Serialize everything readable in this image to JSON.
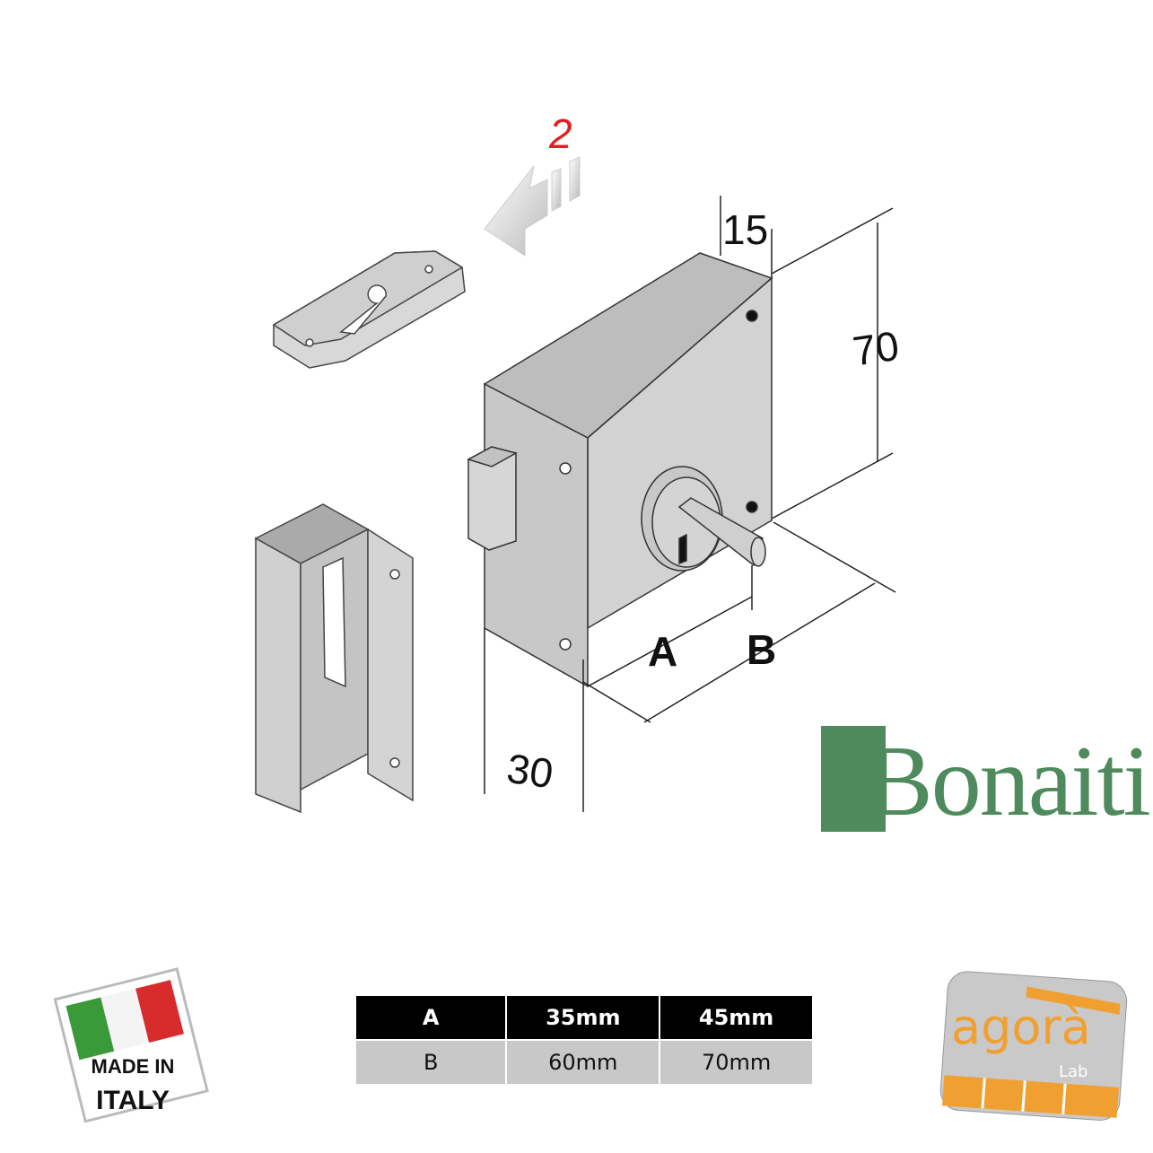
{
  "diagram": {
    "callout_number": "2",
    "dimensions": {
      "depth": "15",
      "height": "70",
      "width": "30",
      "a": "A",
      "b": "B"
    }
  },
  "brand": {
    "name": "Bonaiti",
    "color": "#4e8a5c"
  },
  "table": {
    "rows": [
      [
        "A",
        "35mm",
        "45mm"
      ],
      [
        "B",
        "60mm",
        "70mm"
      ]
    ]
  },
  "badges": {
    "made_in": "MADE IN",
    "italy": "ITALY",
    "agora": "agorà",
    "lab": "Lab"
  },
  "colors": {
    "accent_orange": "#f0a030",
    "callout_red": "#e02020"
  }
}
